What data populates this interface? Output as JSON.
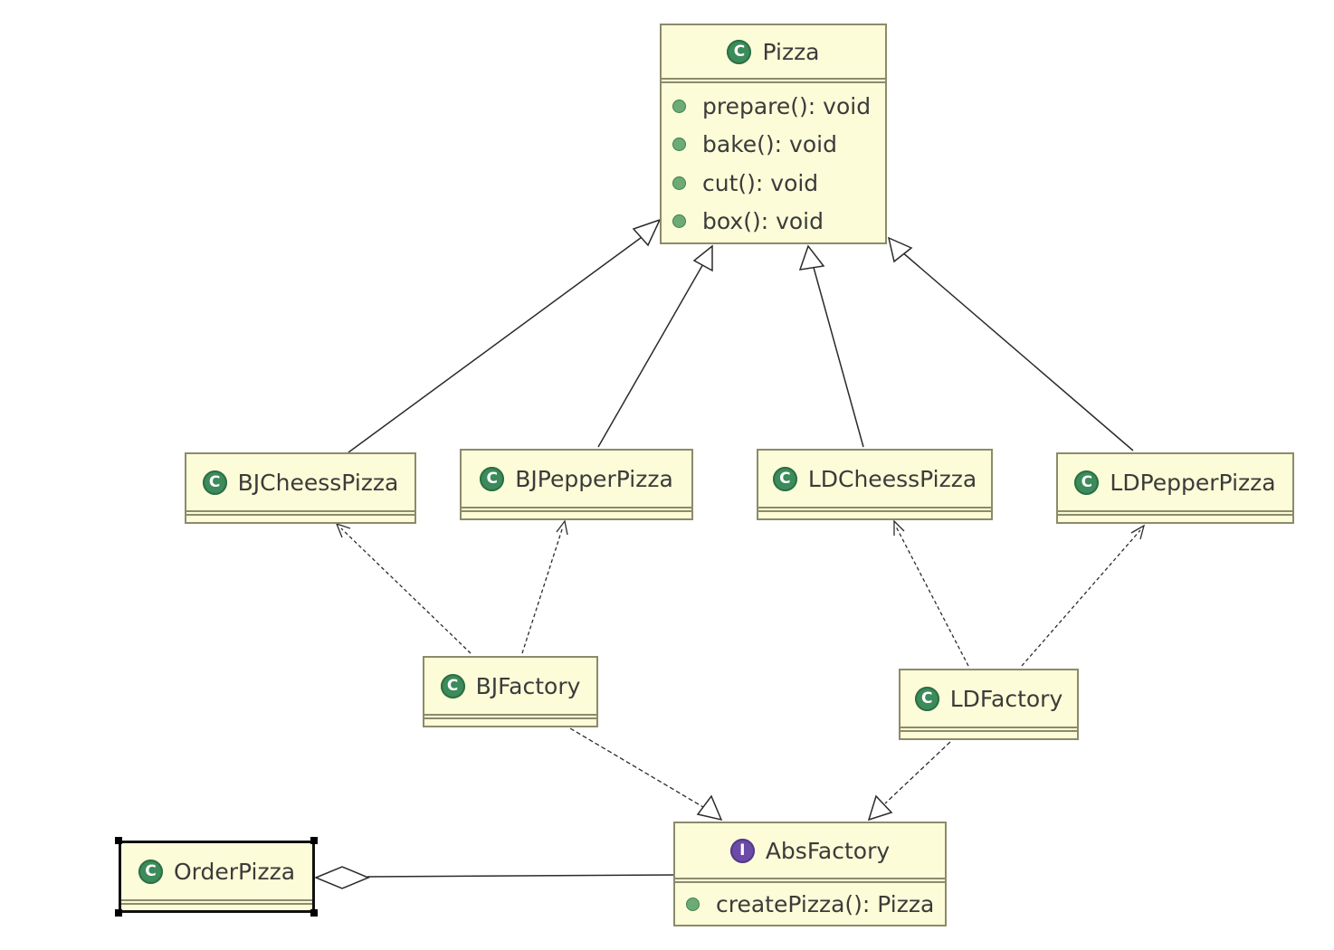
{
  "classes": {
    "pizza": {
      "name": "Pizza",
      "badge": "C",
      "methods": [
        "prepare(): void",
        "bake(): void",
        "cut(): void",
        "box(): void"
      ]
    },
    "bj_chees": {
      "name": "BJCheessPizza",
      "badge": "C"
    },
    "bj_pepper": {
      "name": "BJPepperPizza",
      "badge": "C"
    },
    "ld_chees": {
      "name": "LDCheessPizza",
      "badge": "C"
    },
    "ld_pepper": {
      "name": "LDPepperPizza",
      "badge": "C"
    },
    "bj_factory": {
      "name": "BJFactory",
      "badge": "C"
    },
    "ld_factory": {
      "name": "LDFactory",
      "badge": "C"
    },
    "abs_factory": {
      "name": "AbsFactory",
      "badge": "I",
      "methods": [
        "createPizza(): Pizza"
      ]
    },
    "order_pizza": {
      "name": "OrderPizza",
      "badge": "C"
    }
  },
  "colors": {
    "class_fill": "#fcfcd8",
    "class_border": "#8b8b6b",
    "class_badge": "#3c8b5a",
    "interface_badge": "#6b4aa8",
    "method_dot": "#6dab76",
    "line": "#2b2b2b"
  }
}
